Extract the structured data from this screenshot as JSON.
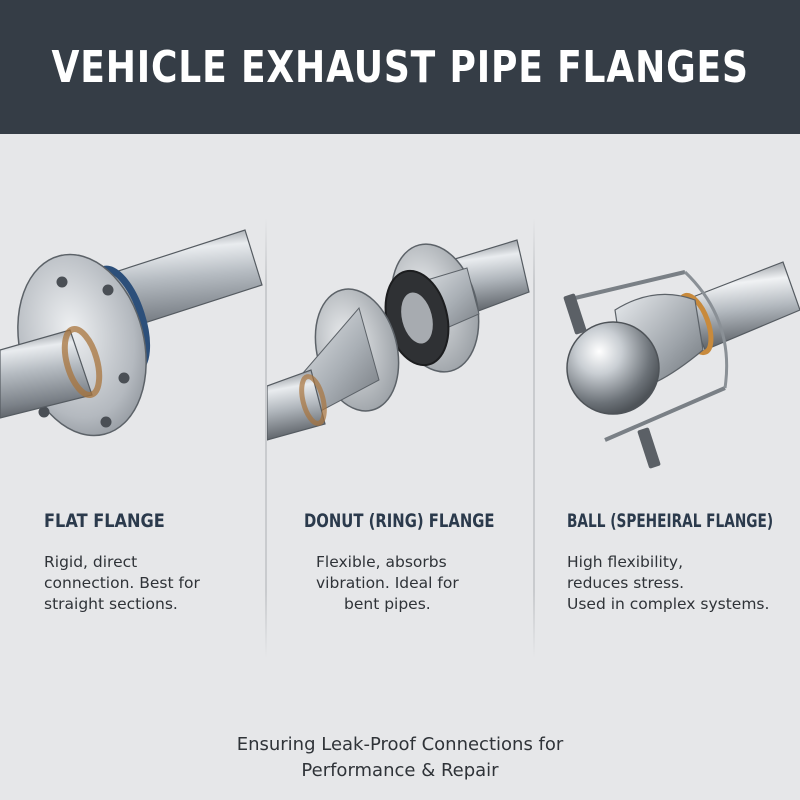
{
  "header": {
    "title": "VEHICLE EXHAUST PIPE FLANGES"
  },
  "flanges": [
    {
      "title": "FLAT FLANGE",
      "lines": [
        "Rigid, direct",
        "connection. Best for",
        "straight sections."
      ]
    },
    {
      "title": "DONUT (RING) FLANGE",
      "lines": [
        "Flexible, absorbs",
        "vibration. Ideal for",
        "bent pipes."
      ]
    },
    {
      "title": "BALL (SPEHEIRAL FLANGE)",
      "lines": [
        "High flexibility,",
        "reduces stress.",
        "Used in complex systems."
      ]
    }
  ],
  "footer": {
    "lines": [
      "Ensuring Leak-Proof Connections for",
      "Performance & Repair"
    ]
  },
  "colors": {
    "header_bg": "#353d46",
    "gasket_blue": "#2c4f7a",
    "band_copper": "#c88a3c"
  }
}
